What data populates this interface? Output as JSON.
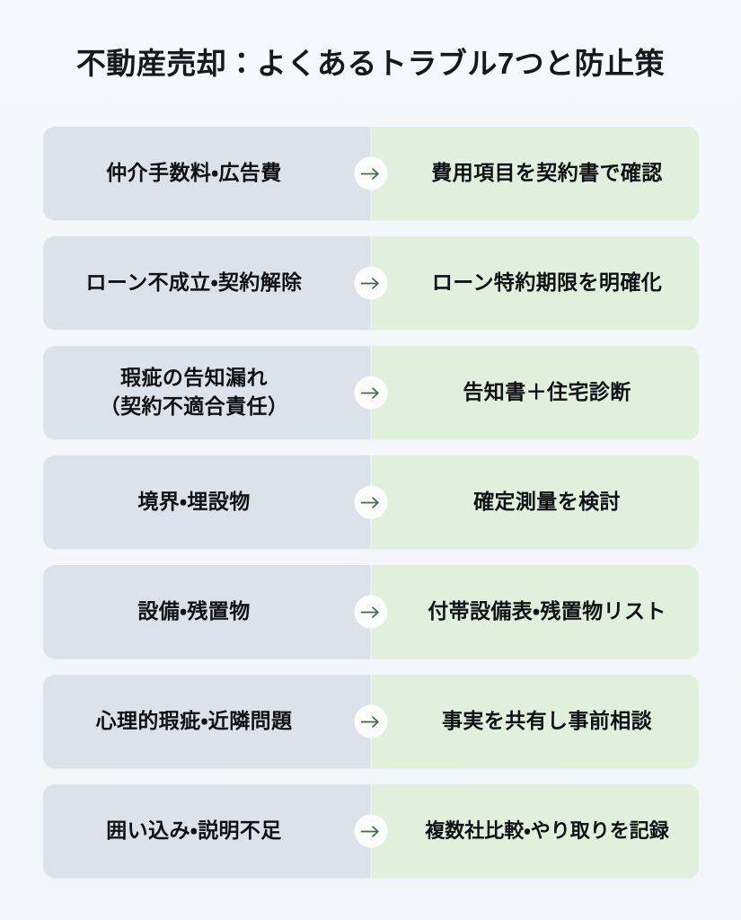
{
  "title": "不動産売却：よくあるトラブル7つと防止策",
  "colors": {
    "background": "#f4f8fb",
    "problem_panel": "#dce2e9",
    "solution_panel": "#e1f0dc",
    "arrow_badge_fill": "#fbfdfb",
    "arrow_stroke": "#46684f",
    "text": "#101316"
  },
  "arrow_icon": "arrow-right-icon",
  "arrow_glyph": "→",
  "rows": [
    {
      "problem": "仲介手数料・広告費",
      "solution": "費用項目を契約書で確認"
    },
    {
      "problem": "ローン不成立・契約解除",
      "solution": "ローン特約期限を明確化"
    },
    {
      "problem": "瑕疵の告知漏れ\n（契約不適合責任）",
      "solution": "告知書＋住宅診断"
    },
    {
      "problem": "境界・埋設物",
      "solution": "確定測量を検討"
    },
    {
      "problem": "設備・残置物",
      "solution": "付帯設備表・残置物リスト"
    },
    {
      "problem": "心理的瑕疵・近隣問題",
      "solution": "事実を共有し事前相談"
    },
    {
      "problem": "囲い込み・説明不足",
      "solution": "複数社比較・やり取りを記録"
    }
  ]
}
